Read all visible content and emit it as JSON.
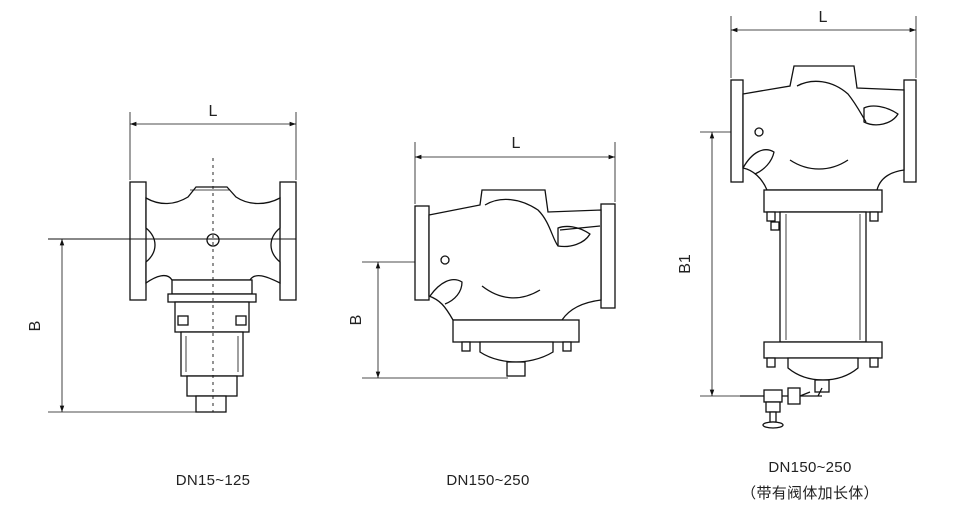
{
  "diagram": {
    "views": [
      {
        "caption": "DN15~125",
        "dimensions": {
          "length_label": "L",
          "height_label": "B"
        }
      },
      {
        "caption": "DN150~250",
        "dimensions": {
          "length_label": "L",
          "height_label": "B"
        }
      },
      {
        "caption": "DN150~250",
        "caption_sub": "（带有阀体加长体）",
        "dimensions": {
          "length_label": "L",
          "height_label": "B1"
        }
      }
    ]
  }
}
